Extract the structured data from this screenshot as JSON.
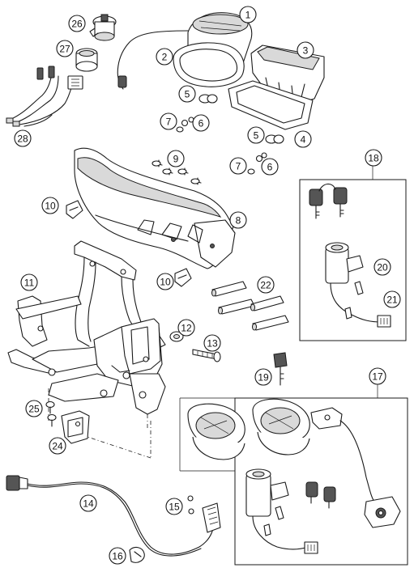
{
  "diagram": {
    "callouts": [
      "1",
      "2",
      "3",
      "4",
      "5",
      "5",
      "6",
      "6",
      "7",
      "7",
      "8",
      "9",
      "10",
      "10",
      "11",
      "12",
      "13",
      "14",
      "15",
      "16",
      "17",
      "18",
      "19",
      "20",
      "21",
      "22",
      "24",
      "25",
      "26",
      "27",
      "28"
    ]
  }
}
